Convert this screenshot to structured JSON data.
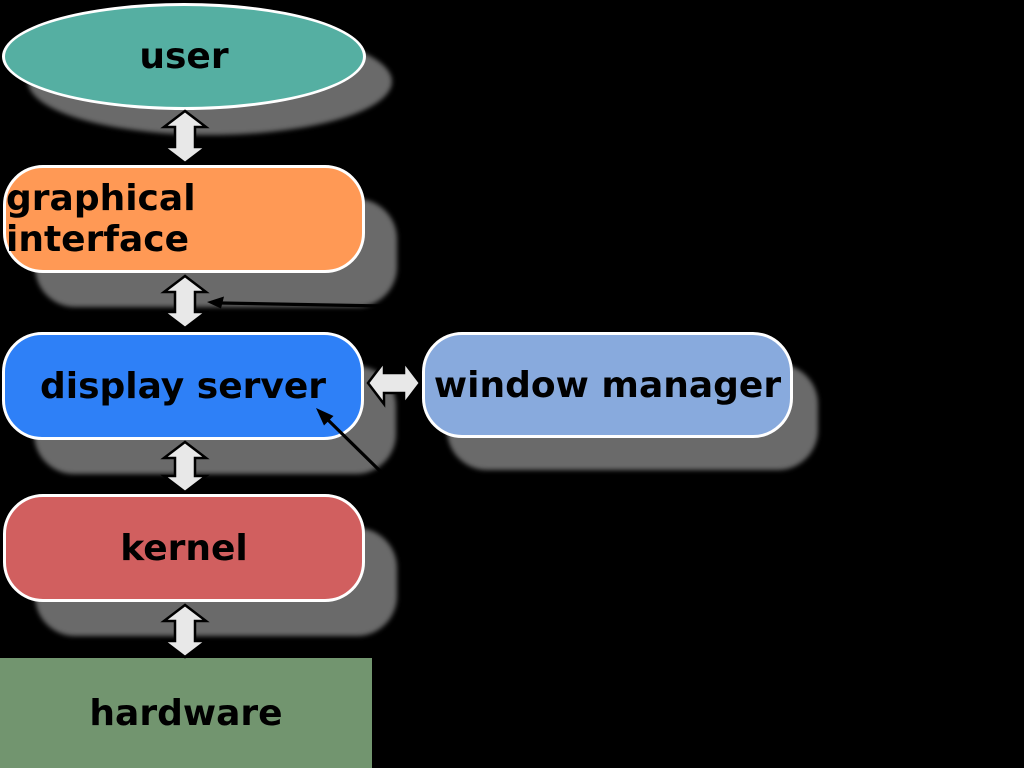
{
  "colors": {
    "background": "#000000",
    "shadow": "#6a6a6a",
    "node_border": "#ffffff",
    "block_arrow_fill": "#e8e8e8",
    "block_arrow_outline": "#000000",
    "thin_arrow": "#000000",
    "text": "#000000"
  },
  "diagram": {
    "nodes": [
      {
        "id": "user",
        "label": "user",
        "shape": "ellipse",
        "color": "#55AFA2"
      },
      {
        "id": "graphical-interface",
        "label": "graphical interface",
        "shape": "rounded-rectangle",
        "color": "#FF9955"
      },
      {
        "id": "display-server",
        "label": "display server",
        "shape": "rounded-rectangle",
        "color": "#2E80F7"
      },
      {
        "id": "window-manager",
        "label": "window manager",
        "shape": "rounded-rectangle",
        "color": "#88AADD"
      },
      {
        "id": "kernel",
        "label": "kernel",
        "shape": "rounded-rectangle",
        "color": "#D15F5F"
      },
      {
        "id": "hardware",
        "label": "hardware",
        "shape": "rectangle",
        "color": "#72956F"
      }
    ],
    "edges": [
      {
        "from": "user",
        "to": "graphical-interface",
        "type": "block-double-arrow",
        "direction": "bidirectional"
      },
      {
        "from": "graphical-interface",
        "to": "display-server",
        "type": "block-double-arrow",
        "direction": "bidirectional"
      },
      {
        "from": "display-server",
        "to": "kernel",
        "type": "block-double-arrow",
        "direction": "bidirectional"
      },
      {
        "from": "kernel",
        "to": "hardware",
        "type": "block-double-arrow",
        "direction": "bidirectional"
      },
      {
        "from": "display-server",
        "to": "window-manager",
        "type": "block-double-arrow",
        "direction": "bidirectional"
      },
      {
        "type": "thin-arrow",
        "points_to": "graphical-interface/display-server arrow",
        "direction": "one-way-left"
      },
      {
        "type": "thin-arrow",
        "points_to": "display-server",
        "direction": "one-way-up-left"
      }
    ]
  }
}
